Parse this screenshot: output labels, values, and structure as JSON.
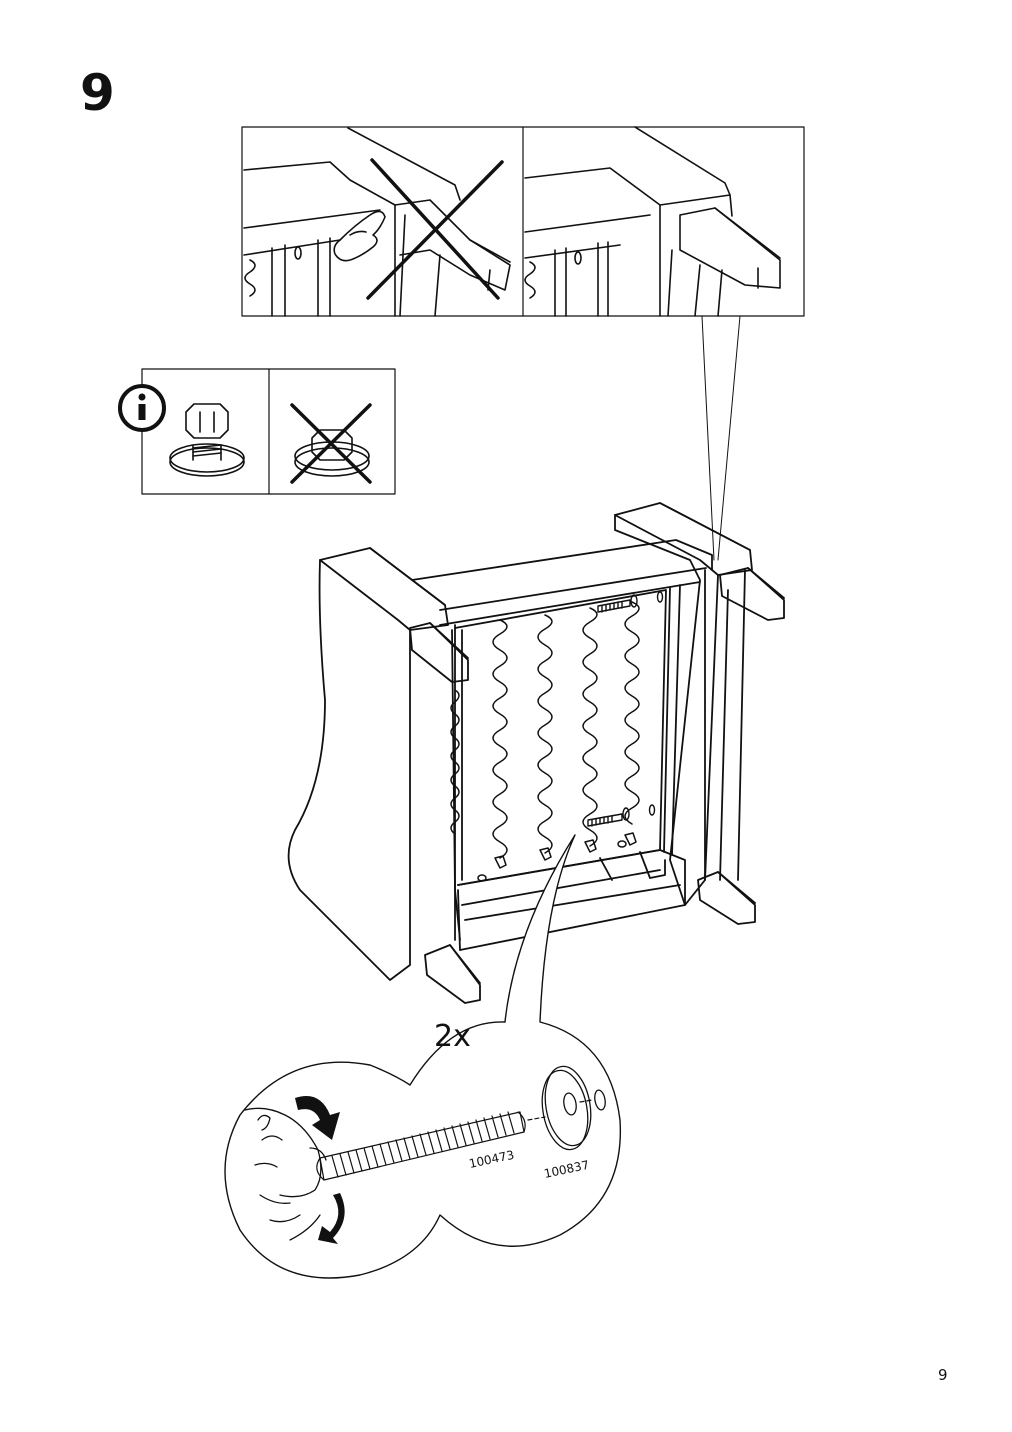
{
  "step": {
    "number": "9"
  },
  "callout": {
    "quantity": "2x"
  },
  "parts": [
    {
      "id": "100473",
      "icon": "bolt-icon"
    },
    {
      "id": "100837",
      "icon": "washer-icon"
    }
  ],
  "info": {
    "icon": "info-icon"
  },
  "page": {
    "number": "9"
  }
}
